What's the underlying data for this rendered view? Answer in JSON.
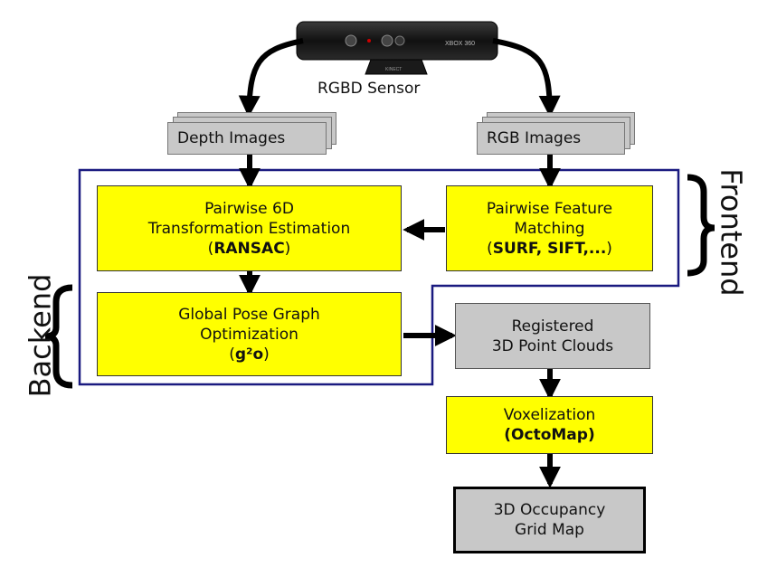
{
  "sensor": {
    "label": "RGBD Sensor",
    "brand": "XBOX 360",
    "name": "KINECT"
  },
  "inputs": {
    "depth": "Depth Images",
    "rgb": "RGB Images"
  },
  "frontend_label": "Frontend",
  "backend_label": "Backend",
  "boxes": {
    "transformation": {
      "line1": "Pairwise 6D",
      "line2": "Transformation Estimation",
      "bold": "RANSAC",
      "open": "(",
      "close": ")"
    },
    "feature_matching": {
      "line1": "Pairwise Feature",
      "line2": "Matching",
      "bold": "SURF, SIFT,...",
      "open": "(",
      "close": ")"
    },
    "pose_graph": {
      "line1": "Global Pose Graph",
      "line2": "Optimization",
      "bold": "g²o",
      "open": "(",
      "close": ")"
    },
    "point_clouds": {
      "line1": "Registered",
      "line2": "3D Point Clouds"
    },
    "voxelization": {
      "line1": "Voxelization",
      "bold": "(OctoMap)"
    },
    "occupancy": {
      "line1": "3D Occupancy",
      "line2": "Grid Map"
    }
  },
  "colors": {
    "yellow": "#ffff00",
    "gray": "#c8c8c8",
    "frontend_border": "#1a1a80",
    "arrow": "#000000"
  }
}
